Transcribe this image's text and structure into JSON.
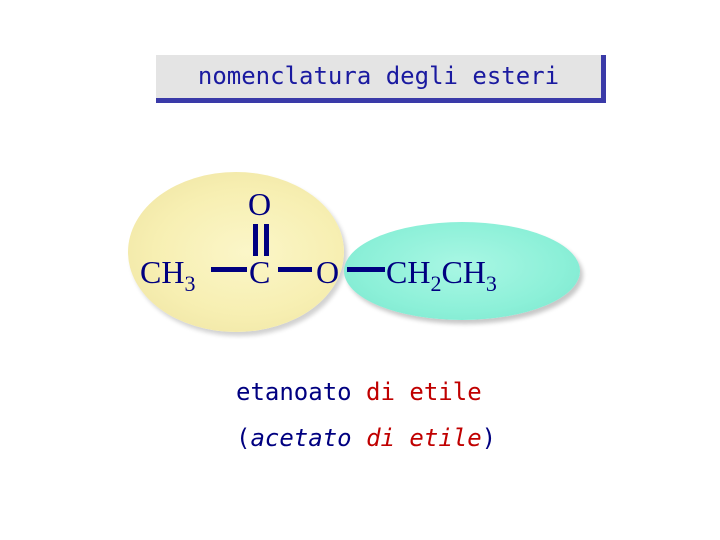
{
  "title": "nomenclatura degli esteri",
  "formula": {
    "carbonyl_oxygen": "O",
    "methyl_prefix": "CH",
    "methyl_sub": "3",
    "carbon": "C",
    "ester_oxygen": "O",
    "ethyl_ch2": "CH",
    "ethyl_ch2_sub": "2",
    "ethyl_ch3": "CH",
    "ethyl_ch3_sub": "3"
  },
  "caption": {
    "line1_name": "etanoato",
    "line1_suffix": "di etile",
    "line2_open": "(",
    "line2_name": "acetato",
    "line2_suffix_di": "di",
    "line2_suffix_etile": "etile",
    "line2_close": ")"
  },
  "colors": {
    "formula": "#000080",
    "title_text": "#1a1aa0",
    "title_border": "#3a3aa8",
    "title_bg": "#e4e4e4",
    "highlight_acid": "#f7efb2",
    "highlight_alkyl": "#8cf0d8",
    "accent_red": "#c00000"
  }
}
